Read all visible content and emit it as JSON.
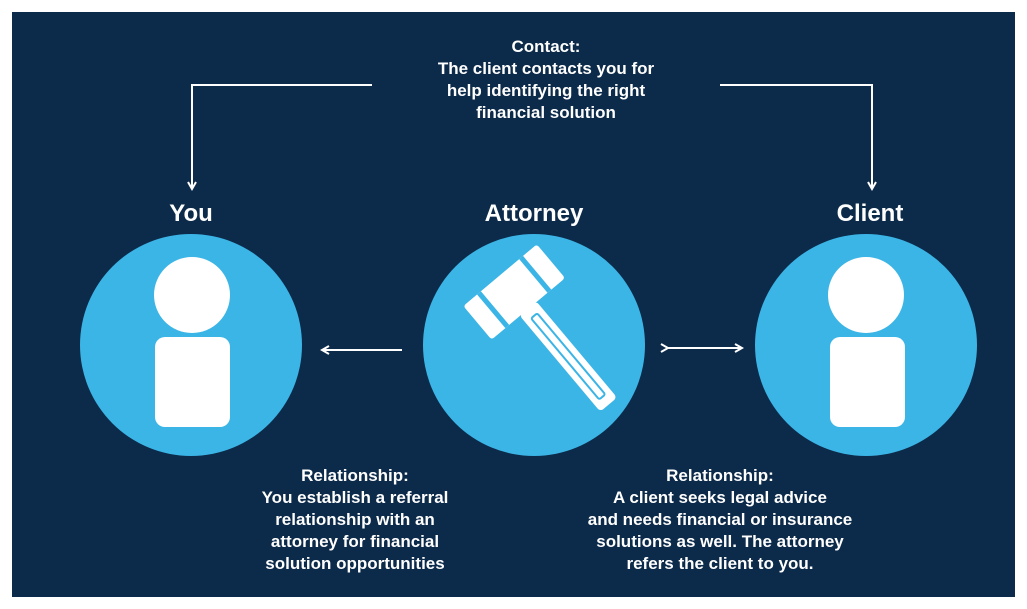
{
  "nodes": {
    "you": {
      "label": "You"
    },
    "attorney": {
      "label": "Attorney"
    },
    "client": {
      "label": "Client"
    }
  },
  "contact": {
    "lines": [
      "Contact:",
      "The client contacts you for",
      "help identifying the right",
      "financial solution"
    ]
  },
  "left_relationship": {
    "lines": [
      "Relationship:",
      "You establish a referral",
      "relationship with an",
      "attorney for financial",
      "solution opportunities"
    ]
  },
  "right_relationship": {
    "lines": [
      "Relationship:",
      "A client seeks legal advice",
      "and needs financial or insurance",
      "solutions as well. The attorney",
      "refers the client to you."
    ]
  },
  "icons": {
    "you": "person-icon",
    "attorney": "gavel-icon",
    "client": "person-icon"
  },
  "colors": {
    "background": "#0c2a4a",
    "circle": "#3bb4e6",
    "foreground": "#ffffff"
  }
}
